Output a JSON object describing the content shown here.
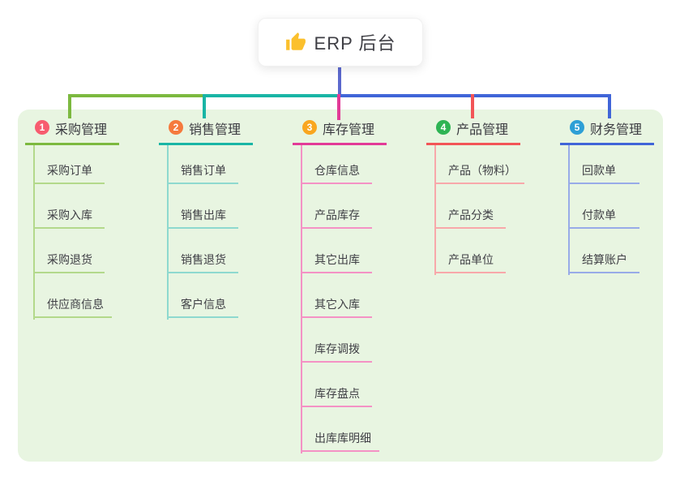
{
  "canvas": {
    "background": "#ffffff",
    "panel_color": "#e8f5e1"
  },
  "root": {
    "title": "ERP 后台",
    "icon": "thumbs-up-icon",
    "icon_color": "#fbc02d"
  },
  "connectors": {
    "root_line_color": "#5b68cd"
  },
  "branches": [
    {
      "index": "1",
      "label": "采购管理",
      "badge_color": "#f75c6f",
      "line_color": "#7cb93f",
      "child_line_color": "#b3d98b",
      "children": [
        "采购订单",
        "采购入库",
        "采购退货",
        "供应商信息"
      ]
    },
    {
      "index": "2",
      "label": "销售管理",
      "badge_color": "#f57a3d",
      "line_color": "#19b5a5",
      "child_line_color": "#8ed9cf",
      "children": [
        "销售订单",
        "销售出库",
        "销售退货",
        "客户信息"
      ]
    },
    {
      "index": "3",
      "label": "库存管理",
      "badge_color": "#f9a61f",
      "line_color": "#e23a97",
      "child_line_color": "#f492c5",
      "children": [
        "仓库信息",
        "产品库存",
        "其它出库",
        "其它入库",
        "库存调拨",
        "库存盘点",
        "出库库明细"
      ]
    },
    {
      "index": "4",
      "label": "产品管理",
      "badge_color": "#2eb454",
      "line_color": "#f25557",
      "child_line_color": "#f8a8aa",
      "children": [
        "产品（物料）",
        "产品分类",
        "产品单位"
      ]
    },
    {
      "index": "5",
      "label": "财务管理",
      "badge_color": "#2d9fd6",
      "line_color": "#4065d8",
      "child_line_color": "#98abe8",
      "children": [
        "回款单",
        "付款单",
        "结算账户"
      ]
    }
  ]
}
